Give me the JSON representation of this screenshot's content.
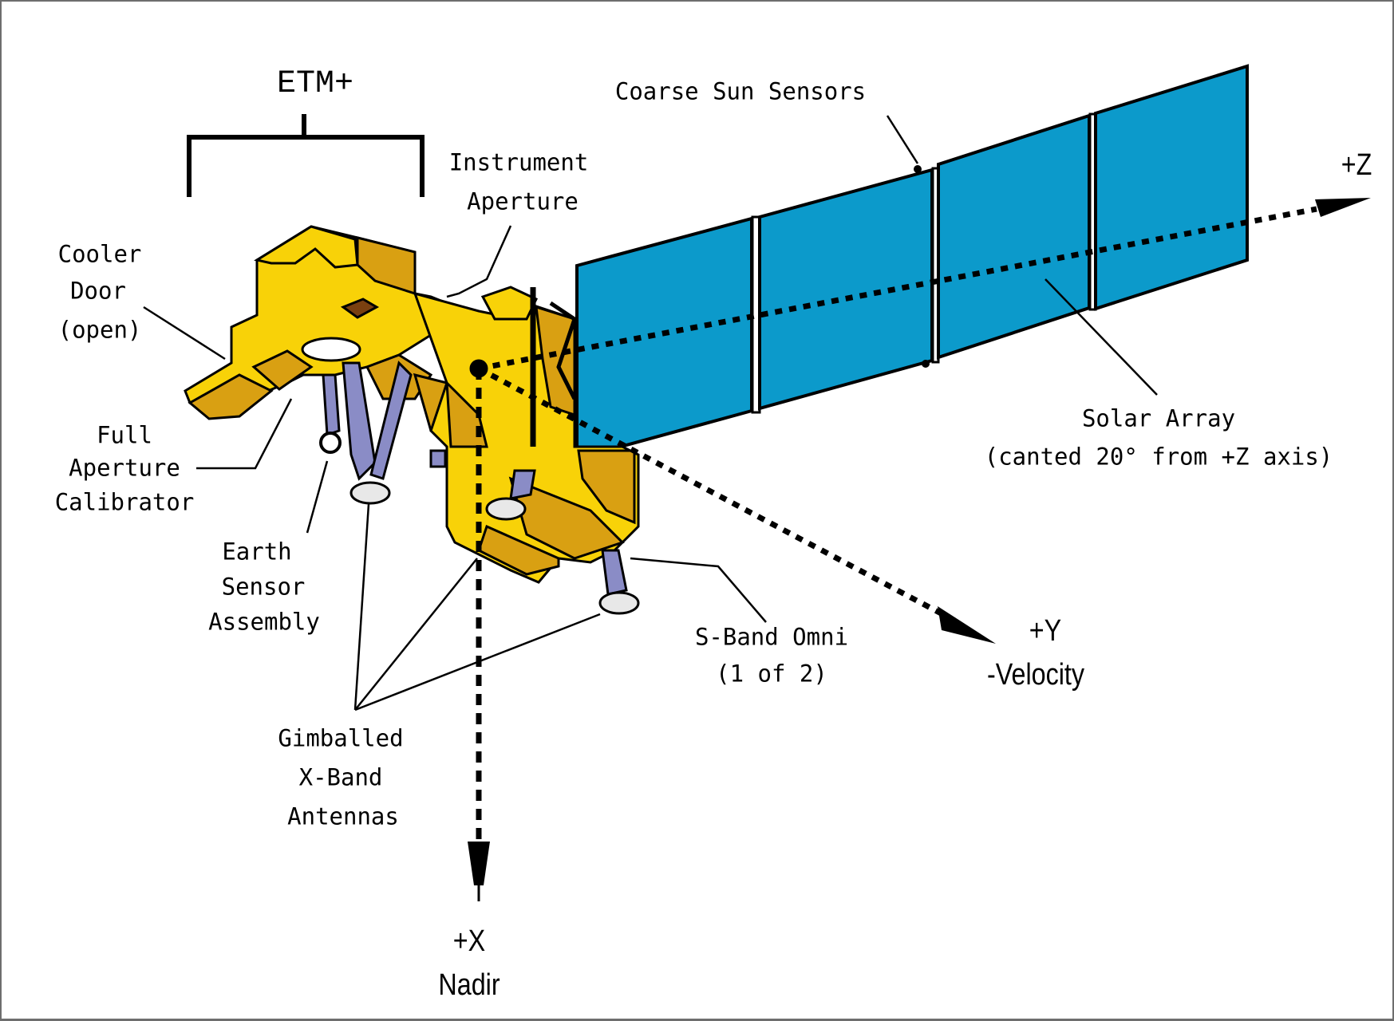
{
  "diagram": {
    "subject": "Landsat-7 spacecraft",
    "colors": {
      "body_light": "#f8d208",
      "body_dark": "#d9a012",
      "body_shadow": "#7a4010",
      "solar_panel": "#0c9acb",
      "gimbal": "#8a8cc6",
      "line": "#000000",
      "background": "#ffffff"
    },
    "instrument_group": {
      "label": "ETM+"
    },
    "labels": {
      "coarse_sun_sensors": "Coarse Sun Sensors",
      "instrument_aperture": [
        "Instrument",
        "Aperture"
      ],
      "cooler_door": [
        "Cooler",
        "Door",
        "(open)"
      ],
      "full_aperture_calibrator": [
        "Full",
        "Aperture",
        "Calibrator"
      ],
      "earth_sensor_assembly": [
        "Earth",
        "Sensor",
        "Assembly"
      ],
      "gimballed_antennas": [
        "Gimballed",
        "X-Band",
        "Antennas"
      ],
      "s_band_omni": [
        "S-Band Omni",
        "(1 of 2)"
      ],
      "solar_array": [
        "Solar Array",
        "(canted 20° from +Z axis)"
      ]
    },
    "axes": {
      "z": {
        "label": "+Z"
      },
      "y": {
        "label": "+Y",
        "sublabel": "-Velocity"
      },
      "x": {
        "label": "+X",
        "sublabel": "Nadir"
      }
    },
    "solar_array_panels": 4
  }
}
